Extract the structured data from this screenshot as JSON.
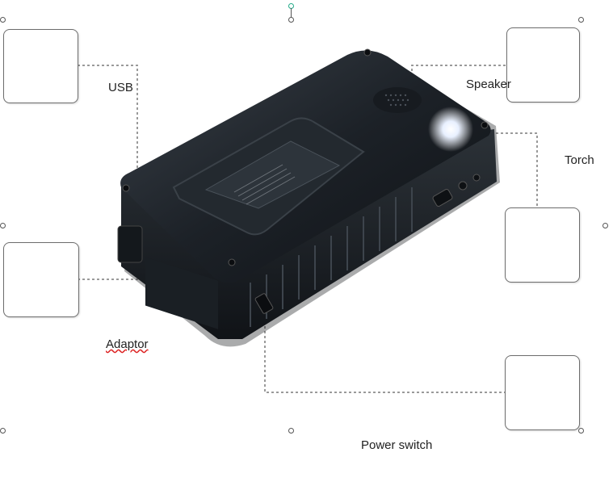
{
  "callouts": {
    "usb": "USB",
    "speaker": "Speaker",
    "torch": "Torch",
    "adaptor": "Adaptor",
    "power_switch": "Power switch"
  },
  "colors": {
    "connector": "#9a9a9a",
    "device_body": "#1e2329",
    "frame_border": "#6d6d6d"
  },
  "icons": [
    "usb-stick-icon",
    "speaker-icon",
    "torch-icon",
    "power-adaptor-icon",
    "power-switch-icon"
  ]
}
